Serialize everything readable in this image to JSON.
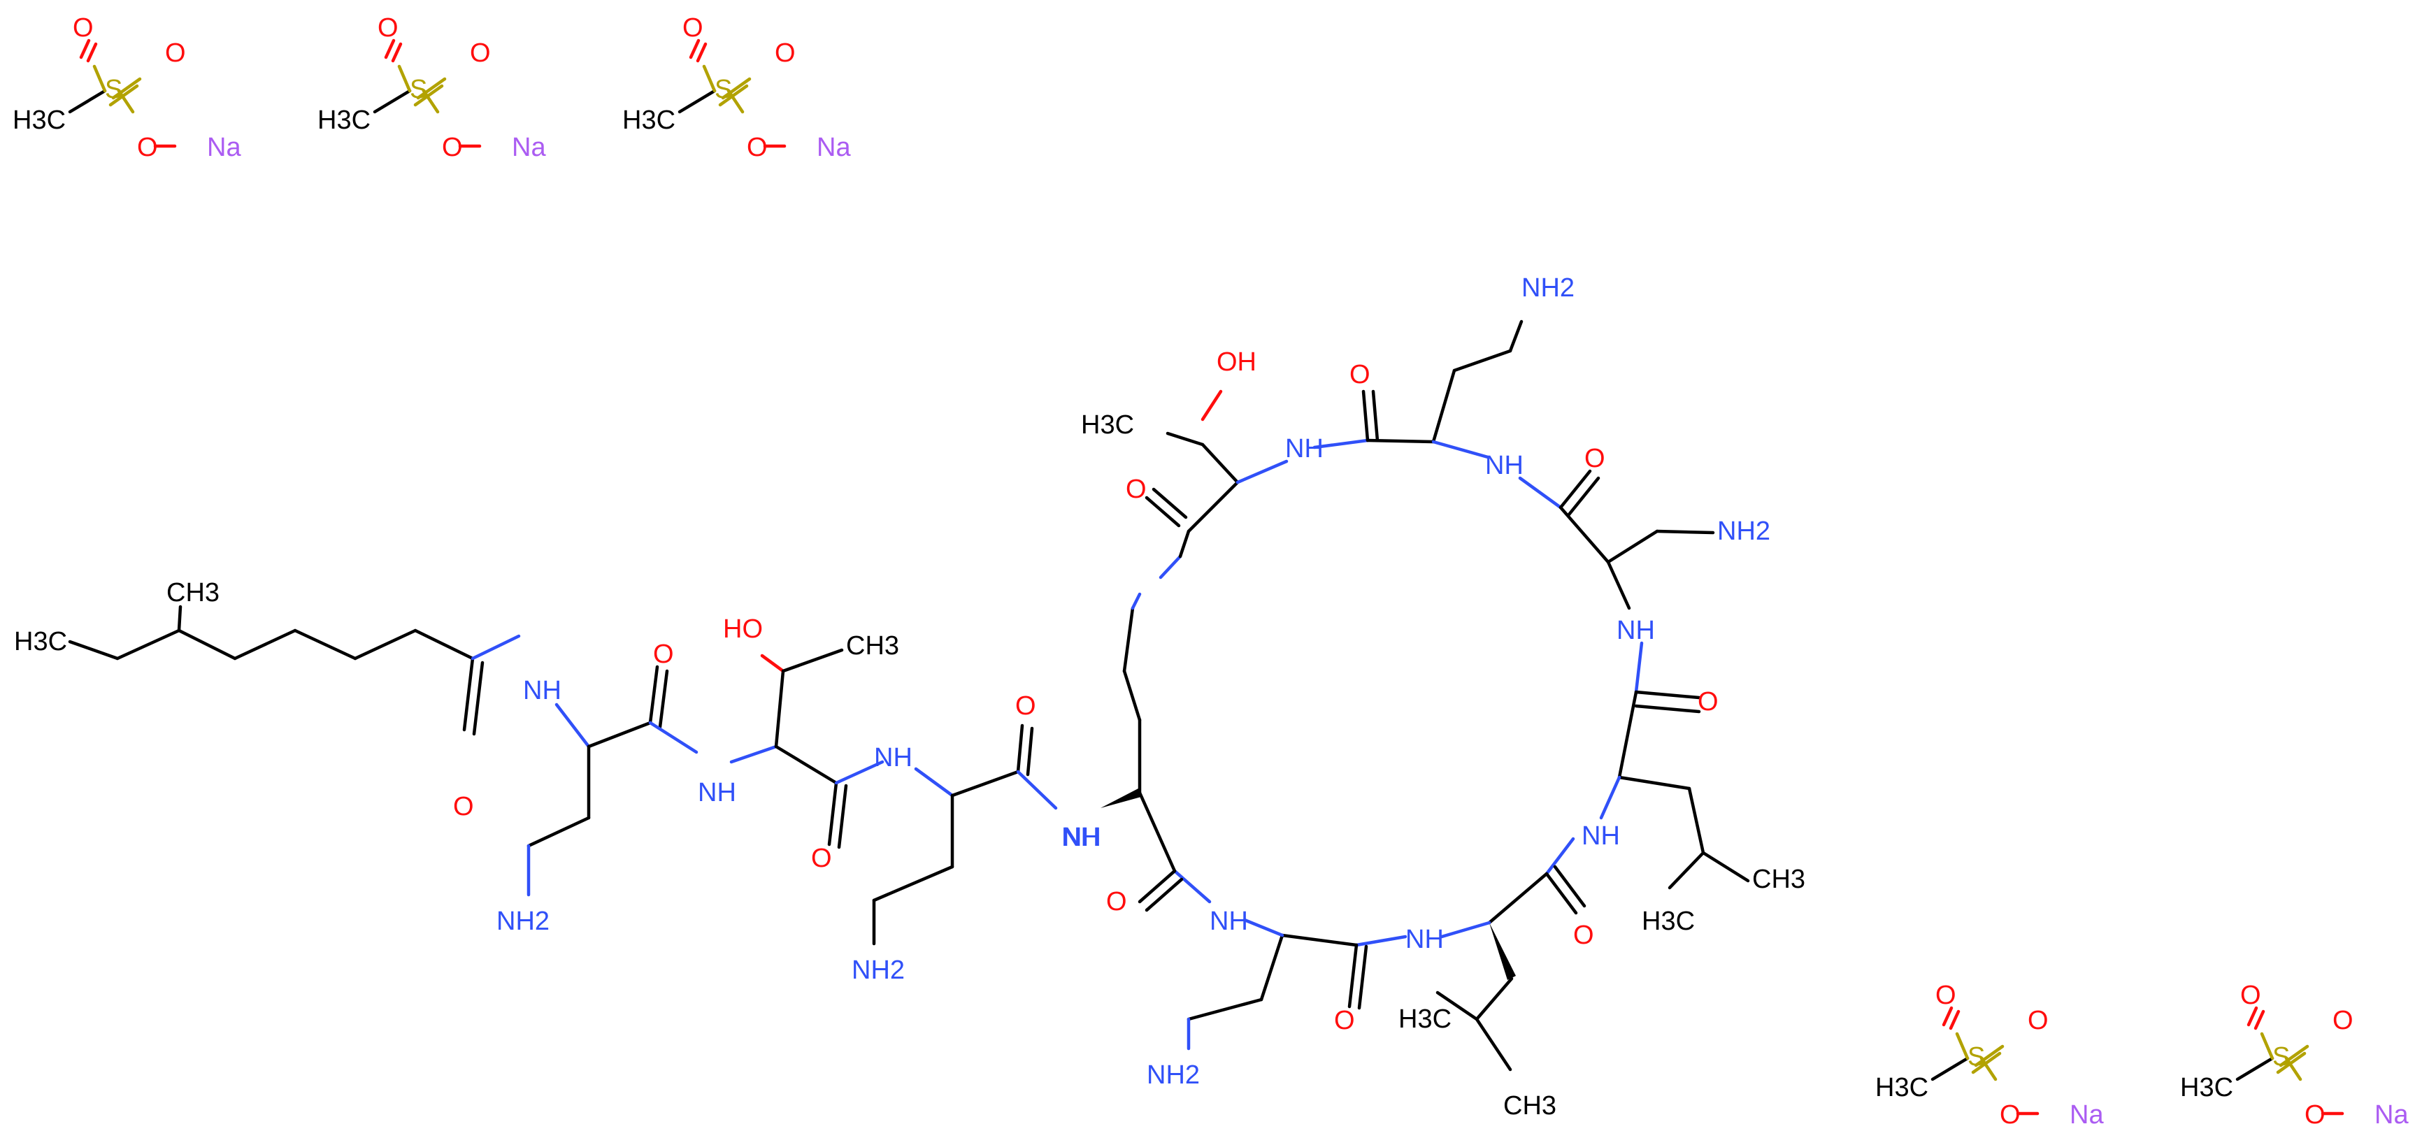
{
  "molecule": {
    "ions": {
      "methanesulfonate": [
        {
          "ch3": "H3C",
          "s": "S",
          "o_top": "O",
          "o_right": "O",
          "o_link": "O",
          "na": "Na"
        },
        {
          "ch3": "H3C",
          "s": "S",
          "o_top": "O",
          "o_right": "O",
          "o_link": "O",
          "na": "Na"
        },
        {
          "ch3": "H3C",
          "s": "S",
          "o_top": "O",
          "o_right": "O",
          "o_link": "O",
          "na": "Na"
        },
        {
          "ch3": "H3C",
          "s": "S",
          "o_top": "O",
          "o_right": "O",
          "o_link": "O",
          "na": "Na"
        },
        {
          "ch3": "H3C",
          "s": "S",
          "o_top": "O",
          "o_right": "O",
          "o_link": "O",
          "na": "Na"
        }
      ]
    },
    "peptide_labels": {
      "ch3_tail": "H3C",
      "ch3_branch": "CH3",
      "nh_1": "NH",
      "o_1": "O",
      "o_2": "O",
      "nh2_1": "NH2",
      "nh_2": "NH",
      "ho_1": "HO",
      "ch3_thr1": "CH3",
      "o_3": "O",
      "nh_3": "NH",
      "o_4": "O",
      "nh2_2": "NH2",
      "nh_4": "NH",
      "nh_ring_a": "NH",
      "o_5": "O",
      "nh_ring_b": "NH",
      "nh2_3": "NH2",
      "o_6": "O",
      "nh_ring_c": "NH",
      "ch3_leu1a": "H3C",
      "ch3_leu1b": "CH3",
      "o_7": "O",
      "nh_ring_d": "NH",
      "ch3_leu2a": "CH3",
      "ch3_leu2b": "H3C",
      "o_8": "O",
      "nh_ring_e": "NH",
      "nh2_4": "NH2",
      "o_9": "O",
      "nh_ring_f": "NH",
      "nh2_5": "NH2",
      "o_10": "O",
      "nh_ring_g": "NH",
      "oh_thr2": "OH",
      "ch3_thr2": "H3C",
      "o_11": "O"
    },
    "element_colors": {
      "C": "#000000",
      "N": "#3050F8",
      "O": "#FF0D0D",
      "S": "#B2A200",
      "Na": "#AB5CF2"
    }
  }
}
